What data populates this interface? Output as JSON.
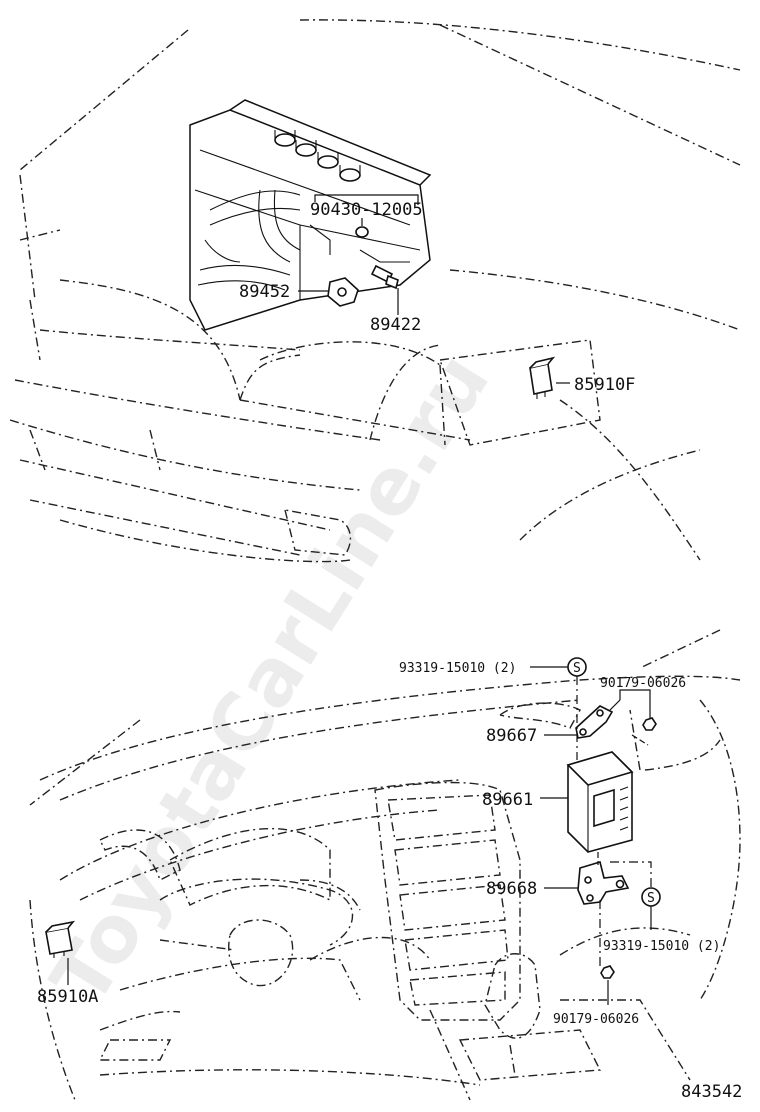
{
  "watermark": "ToyotaCarLine.ru",
  "diagram_number": "843542",
  "engine_parts": {
    "p1": "90430-12005",
    "p2": "89452",
    "p3": "89422",
    "p4": "85910F"
  },
  "dash_parts": {
    "p1": "93319-15010 (2)",
    "p2": "90179-06026",
    "p3": "89667",
    "p4": "89661",
    "p5": "89668",
    "p6": "93319-15010 (2)",
    "p7": "90179-06026",
    "p8": "85910A"
  },
  "symbol_s": "S"
}
